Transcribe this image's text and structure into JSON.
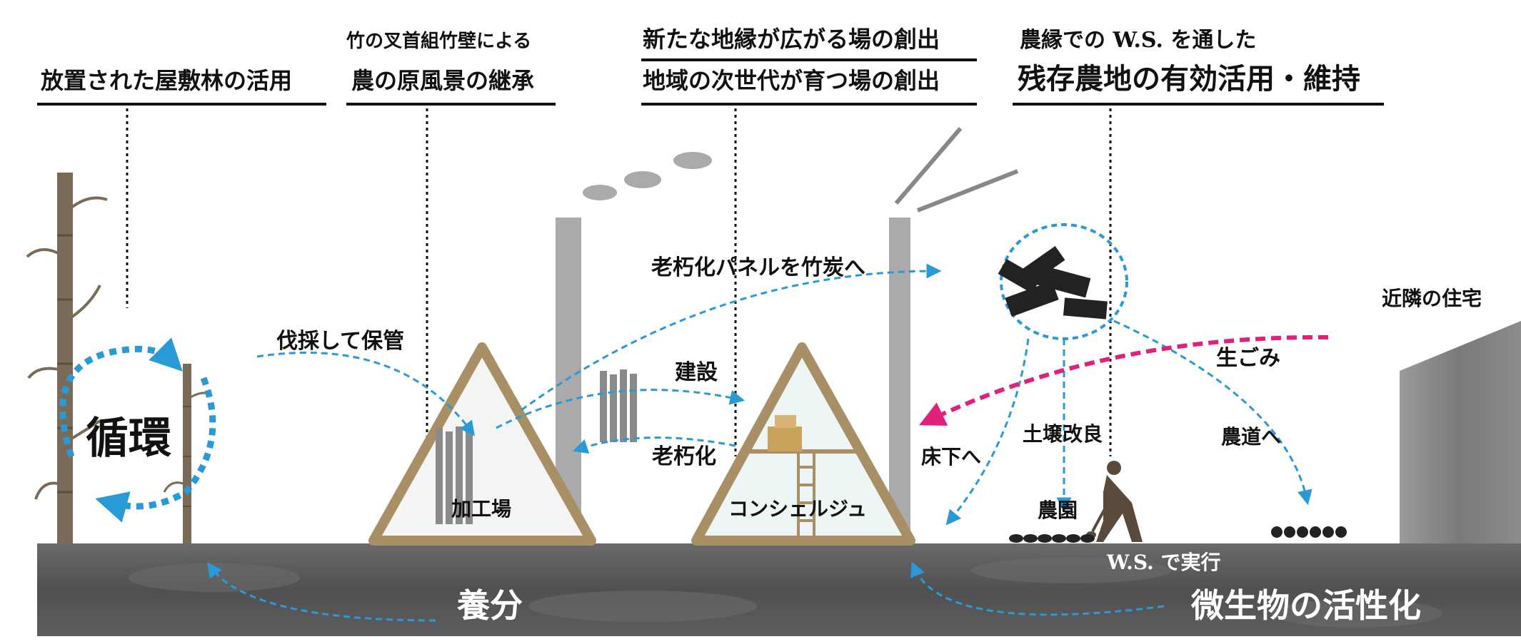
{
  "headings": {
    "yashikirin": "放置された屋敷林の活用",
    "bamboo_small": "竹の叉首組竹壁による",
    "bamboo_main": "農の原風景の継承",
    "chien_1": "新たな地縁が広がる場の創出",
    "chien_2": "地域の次世代が育つ場の創出",
    "noen_small": "農縁での W.S. を通した",
    "noen_main": "残存農地の有効活用・維持"
  },
  "labels": {
    "junkan": "循環",
    "bassai": "伐採して保管",
    "panel_to_charcoal": "老朽化パネルを竹炭へ",
    "kensetsu": "建設",
    "rokyuka": "老朽化",
    "kakoujo": "加工場",
    "concierge": "コンシェルジュ",
    "neighbor": "近隣の住宅",
    "namagomi": "生ごみ",
    "yukashita": "床下へ",
    "dojou": "土壌改良",
    "noudou": "農道へ",
    "nouen": "農園",
    "ws": "W.S. で実行",
    "youbun": "養分",
    "biseibutsu": "微生物の活性化"
  },
  "colors": {
    "flow_arrow": "#2a9ad6",
    "garbage_arrow": "#e0207a",
    "ground": "#555555",
    "bamboo": "#7a6b58",
    "chimney": "#aaaaaa",
    "text": "#111111"
  }
}
